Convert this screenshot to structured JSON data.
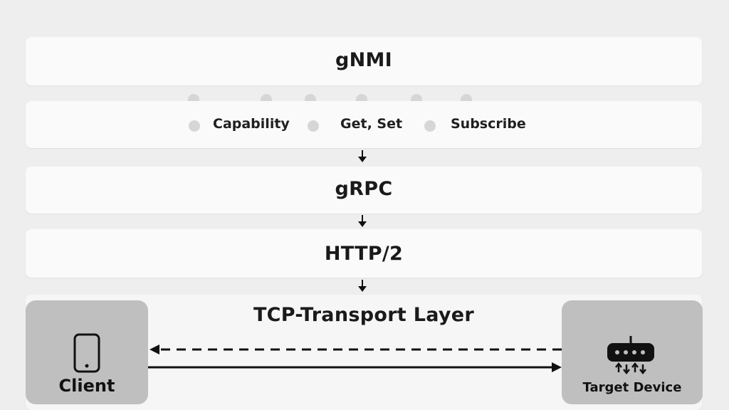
{
  "layers": {
    "gnmi": "gNMI",
    "grpc": "gRPC",
    "http": "HTTP/2",
    "tcp": "TCP-Transport Layer"
  },
  "methods": {
    "capability": "Capability",
    "get_set": "Get, Set",
    "subscribe": "Subscribe"
  },
  "endpoints": {
    "client": "Client",
    "target": "Target Device"
  },
  "icons": {
    "client": "mobile-phone-icon",
    "target": "network-switch-icon"
  },
  "colors": {
    "background": "#eeeeee",
    "layer": "#fafafa",
    "endpoint": "#bfbfbf",
    "dot": "#d6d6d6",
    "text": "#111111"
  }
}
